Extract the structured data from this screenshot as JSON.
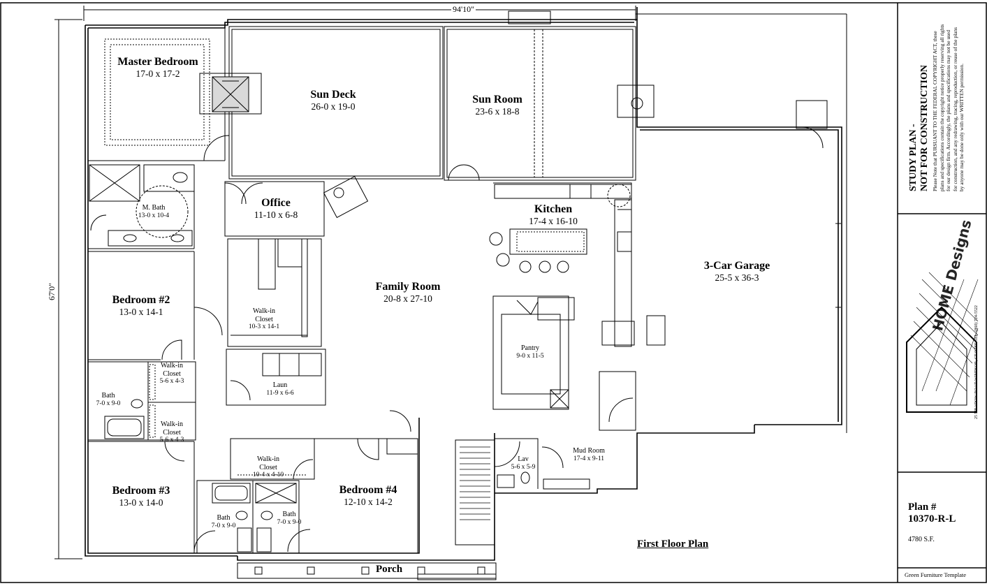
{
  "dimensions": {
    "width_label": "94'10\"",
    "depth_label": "67'0\""
  },
  "rooms": {
    "master_bedroom": {
      "name": "Master Bedroom",
      "size": "17-0 x 17-2"
    },
    "sun_deck": {
      "name": "Sun Deck",
      "size": "26-0 x 19-0"
    },
    "sun_room": {
      "name": "Sun Room",
      "size": "23-6 x 18-8"
    },
    "office": {
      "name": "Office",
      "size": "11-10 x 6-8"
    },
    "kitchen": {
      "name": "Kitchen",
      "size": "17-4 x 16-10"
    },
    "family_room": {
      "name": "Family Room",
      "size": "20-8 x 27-10"
    },
    "garage": {
      "name": "3-Car Garage",
      "size": "25-5 x 36-3"
    },
    "bedroom2": {
      "name": "Bedroom #2",
      "size": "13-0 x 14-1"
    },
    "bedroom3": {
      "name": "Bedroom #3",
      "size": "13-0 x 14-0"
    },
    "bedroom4": {
      "name": "Bedroom #4",
      "size": "12-10 x 14-2"
    },
    "m_bath": {
      "name": "M. Bath",
      "size": "13-0 x 10-4"
    },
    "walkin_main": {
      "name": "Walk-in\nCloset",
      "size": "10-3 x 14-1"
    },
    "laundry": {
      "name": "Laun",
      "size": "11-9 x 6-6"
    },
    "pantry": {
      "name": "Pantry",
      "size": "9-0 x 11-5"
    },
    "bath_left": {
      "name": "Bath",
      "size": "7-0 x 9-0"
    },
    "walkin_a": {
      "name": "Walk-in\nCloset",
      "size": "5-6 x 4-3"
    },
    "walkin_b": {
      "name": "Walk-in\nCloset",
      "size": "5-6 x 4-3"
    },
    "walkin_c": {
      "name": "Walk-in\nCloset",
      "size": "10-4 x 4-10"
    },
    "bath_b3": {
      "name": "Bath",
      "size": "7-0 x 9-0"
    },
    "bath_b4": {
      "name": "Bath",
      "size": "7-0 x 9-0"
    },
    "lav": {
      "name": "Lav",
      "size": "5-6 x 5-9"
    },
    "mud_room": {
      "name": "Mud Room",
      "size": "17-4 x 9-11"
    },
    "porch": {
      "name": "Porch"
    }
  },
  "plan_title": "First Floor Plan",
  "title_block": {
    "study_line1": "STUDY PLAN -",
    "study_line2": "NOT FOR CONSTRUCTION",
    "notice": "Please Note that PURSUANT TO THE FEDERAL COPYRIGHT ACT, these plans and specifications contain the copyright notice properly reserving all rights for our design firm. Accordingly, the plans and specifications may not be used for construction, and any redrawing, tracing, reproduction, or reuse of the plans by anyone may be done only with our WRITTEN permission.",
    "logo_text": "HOME Designs",
    "address": "25 MEADOW ROAD  WINDSOR, CT 06095  TEL. (860) 724-5522",
    "plan_no_label": "Plan #",
    "plan_no": "10370-R-L",
    "square_feet": "4780 S.F.",
    "template": "Green Furniture Template"
  }
}
